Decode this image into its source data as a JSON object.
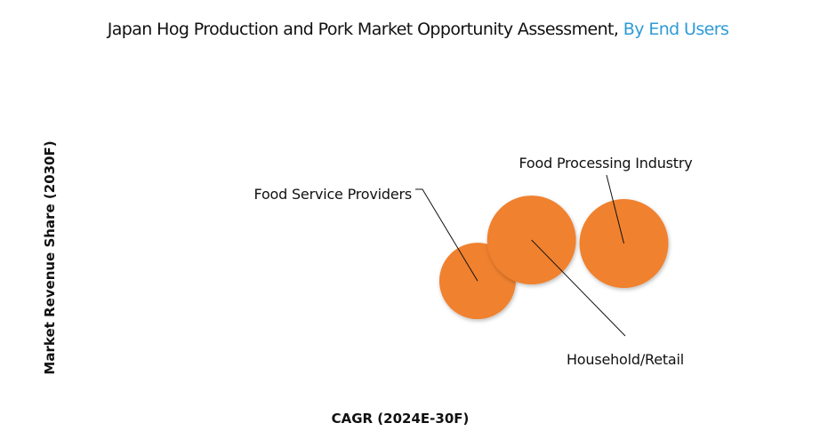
{
  "chart_data": {
    "type": "scatter",
    "subtype": "bubble",
    "title": "Japan Hog Production and Pork Market Opportunity Assessment,",
    "title_highlight": "By End Users",
    "xlabel": "CAGR (2024E-30F)",
    "ylabel": "Market Revenue Share (2030F)",
    "xlim": [
      0,
      100
    ],
    "ylim": [
      0,
      100
    ],
    "grid": false,
    "points": [
      {
        "label": "Food Service Providers",
        "x": 54.2,
        "y": 34.4,
        "size": 0.86
      },
      {
        "label": "Household/Retail",
        "x": 61.1,
        "y": 47.2,
        "size": 1.0
      },
      {
        "label": "Food Processing Industry",
        "x": 72.9,
        "y": 46.1,
        "size": 1.0
      }
    ],
    "colors": {
      "bubble": "#F0812F",
      "title_highlight": "#2E9BD6"
    }
  }
}
